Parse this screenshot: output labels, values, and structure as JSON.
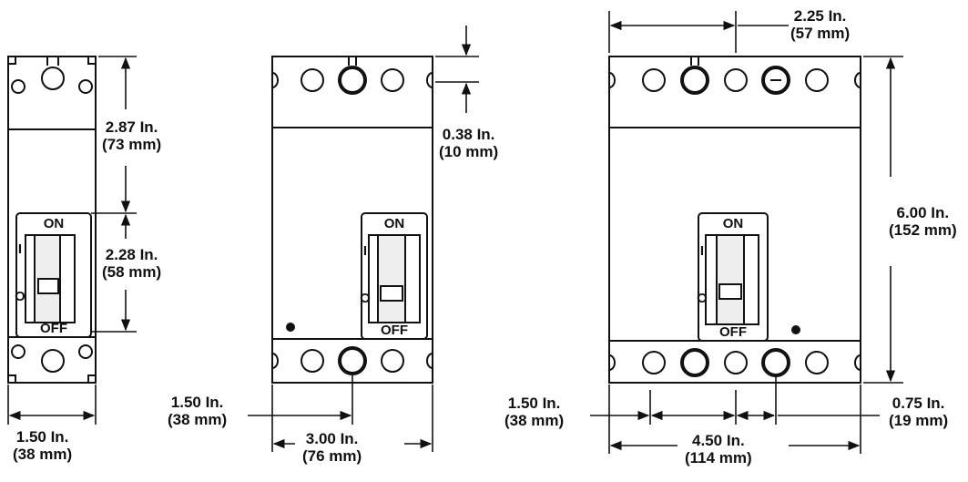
{
  "switch_labels": {
    "on": "ON",
    "off": "OFF",
    "on_symbol": "I",
    "off_symbol": "O"
  },
  "dims": {
    "one_pole_height_upper": {
      "in": "2.87 In.",
      "mm": "(73 mm)"
    },
    "one_pole_handle_height": {
      "in": "2.28 In.",
      "mm": "(58 mm)"
    },
    "one_pole_width": {
      "in": "1.50 In.",
      "mm": "(38 mm)"
    },
    "two_pole_tab_height": {
      "in": "0.38 In.",
      "mm": "(10 mm)"
    },
    "two_pole_pitch": {
      "in": "1.50 In.",
      "mm": "(38 mm)"
    },
    "two_pole_width": {
      "in": "3.00 In.",
      "mm": "(76 mm)"
    },
    "three_pole_mount_spacing": {
      "in": "2.25 In.",
      "mm": "(57 mm)"
    },
    "three_pole_height": {
      "in": "6.00 In.",
      "mm": "(152 mm)"
    },
    "three_pole_pitch": {
      "in": "1.50 In.",
      "mm": "(38 mm)"
    },
    "three_pole_offset": {
      "in": "0.75 In.",
      "mm": "(19 mm)"
    },
    "three_pole_width": {
      "in": "4.50 In.",
      "mm": "(114 mm)"
    }
  }
}
